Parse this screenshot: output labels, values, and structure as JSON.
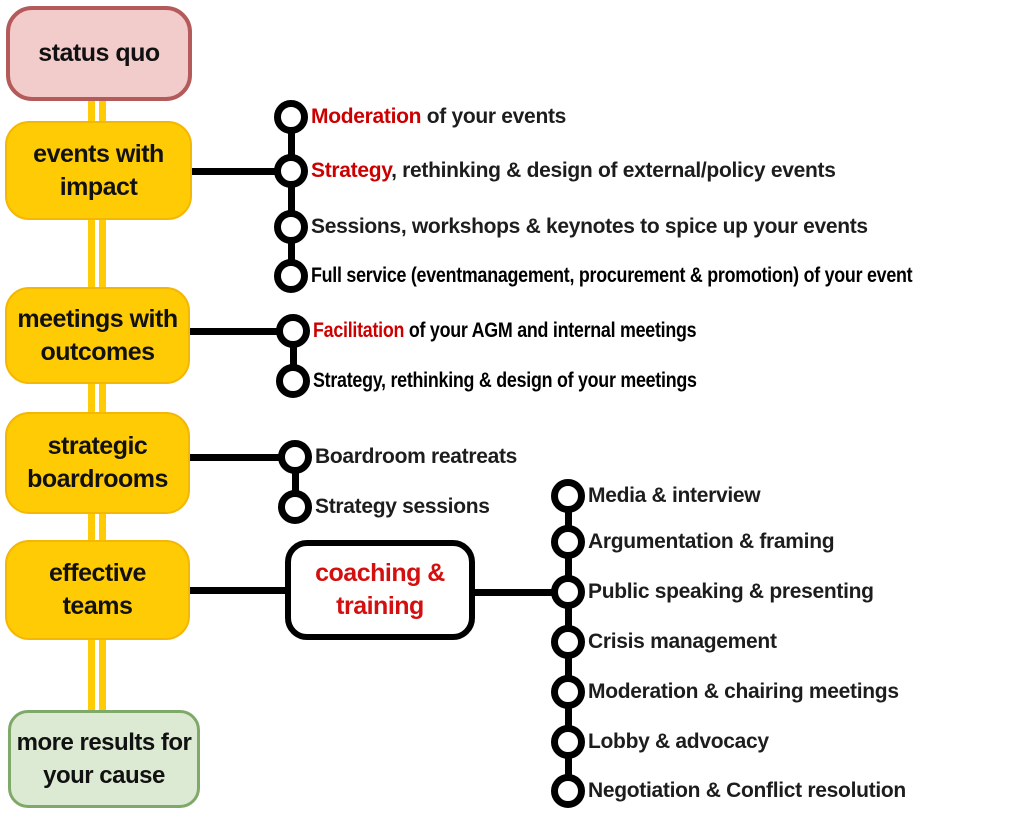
{
  "palette": {
    "yellow": "#ffcb05",
    "pink_fill": "#f2cccb",
    "pink_border": "#b45a5a",
    "green_fill": "#ddead3",
    "green_border": "#7fa968",
    "box_text": "#111111",
    "highlight_red": "#cc0000",
    "coaching_red": "#d40f0f",
    "line_black": "#000000"
  },
  "boxes": {
    "status_quo": {
      "label": "status quo"
    },
    "events": {
      "label": "events with\nimpact"
    },
    "meetings": {
      "label": "meetings with\noutcomes"
    },
    "boardrooms": {
      "label": "strategic\nboardrooms"
    },
    "teams": {
      "label": "effective\nteams"
    },
    "coaching": {
      "label": "coaching &\ntraining"
    },
    "outcome": {
      "label": "more results for\nyour cause"
    }
  },
  "branches": {
    "events": [
      {
        "highlight": "Moderation",
        "text": " of your events"
      },
      {
        "highlight": "Strategy",
        "text": ", rethinking & design of external/policy events"
      },
      {
        "highlight": "",
        "text": "Sessions, workshops & keynotes to spice up your events"
      },
      {
        "highlight": "",
        "text": "Full service (eventmanagement, procurement & promotion) of your event",
        "condensed": true
      }
    ],
    "meetings": [
      {
        "highlight": "Facilitation",
        "text": " of your AGM and internal meetings",
        "condensed": true
      },
      {
        "highlight": "",
        "text": "Strategy, rethinking & design of your meetings",
        "condensed": true
      }
    ],
    "boardrooms": [
      {
        "highlight": "",
        "text": "Boardroom reatreats"
      },
      {
        "highlight": "",
        "text": "Strategy sessions"
      }
    ],
    "coaching": [
      {
        "highlight": "",
        "text": "Media & interview"
      },
      {
        "highlight": "",
        "text": "Argumentation & framing"
      },
      {
        "highlight": "",
        "text": "Public speaking & presenting"
      },
      {
        "highlight": "",
        "text": "Crisis management"
      },
      {
        "highlight": "",
        "text": "Moderation & chairing meetings"
      },
      {
        "highlight": "",
        "text": "Lobby & advocacy"
      },
      {
        "highlight": "",
        "text": "Negotiation & Conflict resolution"
      }
    ]
  }
}
